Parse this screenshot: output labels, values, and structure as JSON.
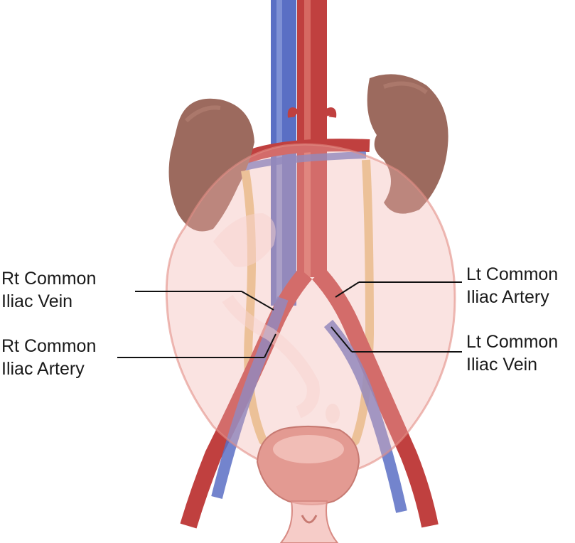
{
  "labels": {
    "rt_common_iliac_vein": {
      "line1": "Rt Common",
      "line2": "Iliac Vein"
    },
    "rt_common_iliac_artery": {
      "line1": "Rt Common",
      "line2": "Iliac Artery"
    },
    "lt_common_iliac_artery": {
      "line1": "Lt Common",
      "line2": "Iliac Artery"
    },
    "lt_common_iliac_vein": {
      "line1": "Lt Common",
      "line2": "Iliac Vein"
    }
  },
  "colors": {
    "artery": "#c0403f",
    "artery_light": "#e07a72",
    "vein": "#5a6fc4",
    "vein_light": "#8fa0dd",
    "kidney": "#9c6a5e",
    "kidney_dark": "#7f5248",
    "ureter": "#e8c98a",
    "uterus": "#f2b6b0",
    "bladder": "#e39a92",
    "leader_line": "#111111"
  }
}
